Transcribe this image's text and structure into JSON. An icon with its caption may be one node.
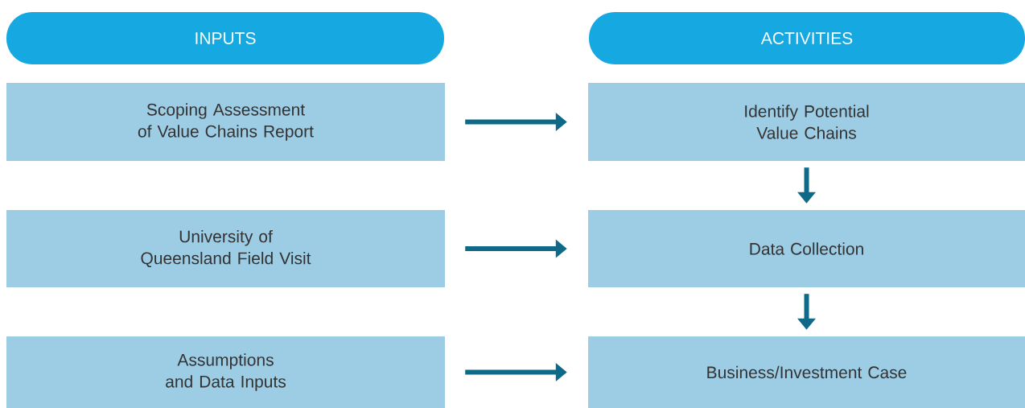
{
  "diagram": {
    "nodes": [
      {
        "text": [
          "INPUTS"
        ]
      },
      {
        "text": [
          "ACTIVITIES"
        ]
      },
      {
        "text": [
          "Scoping Assessment of Value Chains Report"
        ]
      },
      {
        "text": [
          "Identify Potential Value Chains"
        ]
      },
      {
        "text": [
          "University of Queensland Field Visit"
        ]
      },
      {
        "text": [
          "Data Collection"
        ]
      },
      {
        "text": [
          "Assumptions and Data Inputs"
        ]
      },
      {
        "text": [
          "Business/Investment Case"
        ]
      }
    ],
    "edges": [
      {
        "from": 2,
        "to": 3,
        "arrow": "to"
      },
      {
        "from": 4,
        "to": 5,
        "arrow": "to"
      },
      {
        "from": 6,
        "to": 7,
        "arrow": "to"
      },
      {
        "from": 3,
        "to": 5,
        "arrow": "to"
      },
      {
        "from": 5,
        "to": 7,
        "arrow": "to"
      }
    ]
  }
}
